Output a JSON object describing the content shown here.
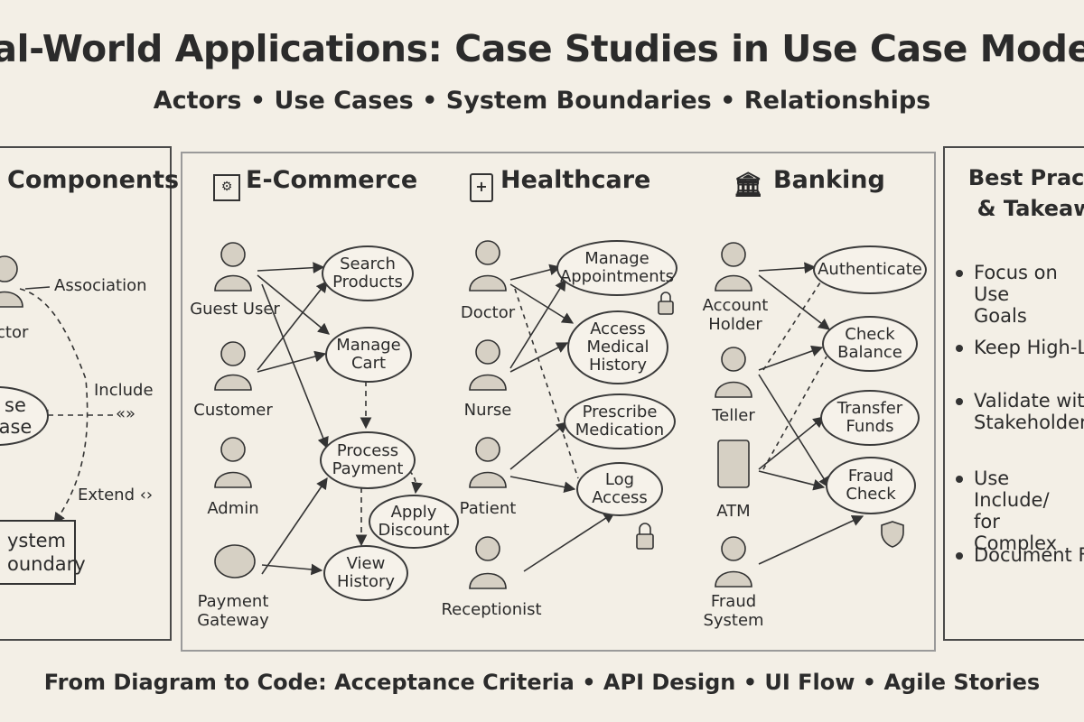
{
  "title": "eal-World Applications: Case Studies in Use Case Modeli",
  "subtitle": "Actors • Use Cases • System Boundaries • Relationships",
  "footer": "From Diagram to Code: Acceptance Criteria • API Design • UI Flow • Agile Stories",
  "components": {
    "heading": "Components",
    "actor_label": "ctor",
    "use_case_label": "se\nase",
    "association": "Association",
    "include": "Include",
    "include_mark": "«»",
    "extend": "Extend ‹›",
    "system_boundary": "ystem\noundary"
  },
  "ecommerce": {
    "heading": "E-Commerce",
    "actors": [
      "Guest User",
      "Customer",
      "Admin",
      "Payment\nGateway"
    ],
    "use_cases": [
      "Search\nProducts",
      "Manage\nCart",
      "Process\nPayment",
      "Apply\nDiscount",
      "View\nHistory"
    ]
  },
  "healthcare": {
    "heading": "Healthcare",
    "actors": [
      "Doctor",
      "Nurse",
      "Patient",
      "Receptionist"
    ],
    "use_cases": [
      "Manage\nAppointments",
      "Access\nMedical\nHistory",
      "Prescribe\nMedication",
      "Log\nAccess"
    ]
  },
  "banking": {
    "heading": "Banking",
    "actors": [
      "Account\nHolder",
      "Teller",
      "ATM",
      "Fraud\nSystem"
    ],
    "use_cases": [
      "Authenticate",
      "Check\nBalance",
      "Transfer\nFunds",
      "Fraud\nCheck"
    ]
  },
  "best_practices": {
    "heading": "Best Practi\n& Takeaw",
    "items": [
      "Focus on Use\nGoals",
      "Keep High-L",
      "Validate with\nStakeholders",
      "Use Include/\nfor Complex",
      "Document F"
    ]
  }
}
